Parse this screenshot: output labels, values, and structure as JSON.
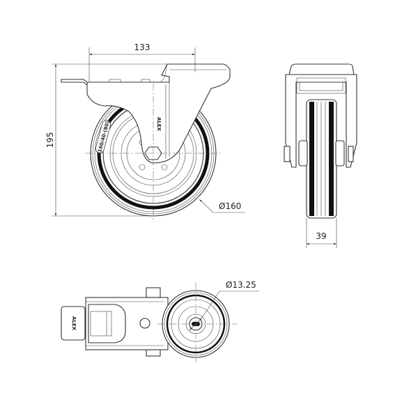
{
  "drawing": {
    "title": "Swivel castor with brake - technical drawing",
    "dimensions": {
      "plate_offset": "133",
      "overall_height": "195",
      "wheel_diameter": "Ø160",
      "wheel_width": "39",
      "bore_diameter": "Ø13.25"
    },
    "labels": {
      "tyre_marking": "160/40-(80)",
      "brand": "ALEX"
    },
    "colors": {
      "line": "#333333",
      "tyre": "#111111",
      "background": "#ffffff"
    }
  }
}
